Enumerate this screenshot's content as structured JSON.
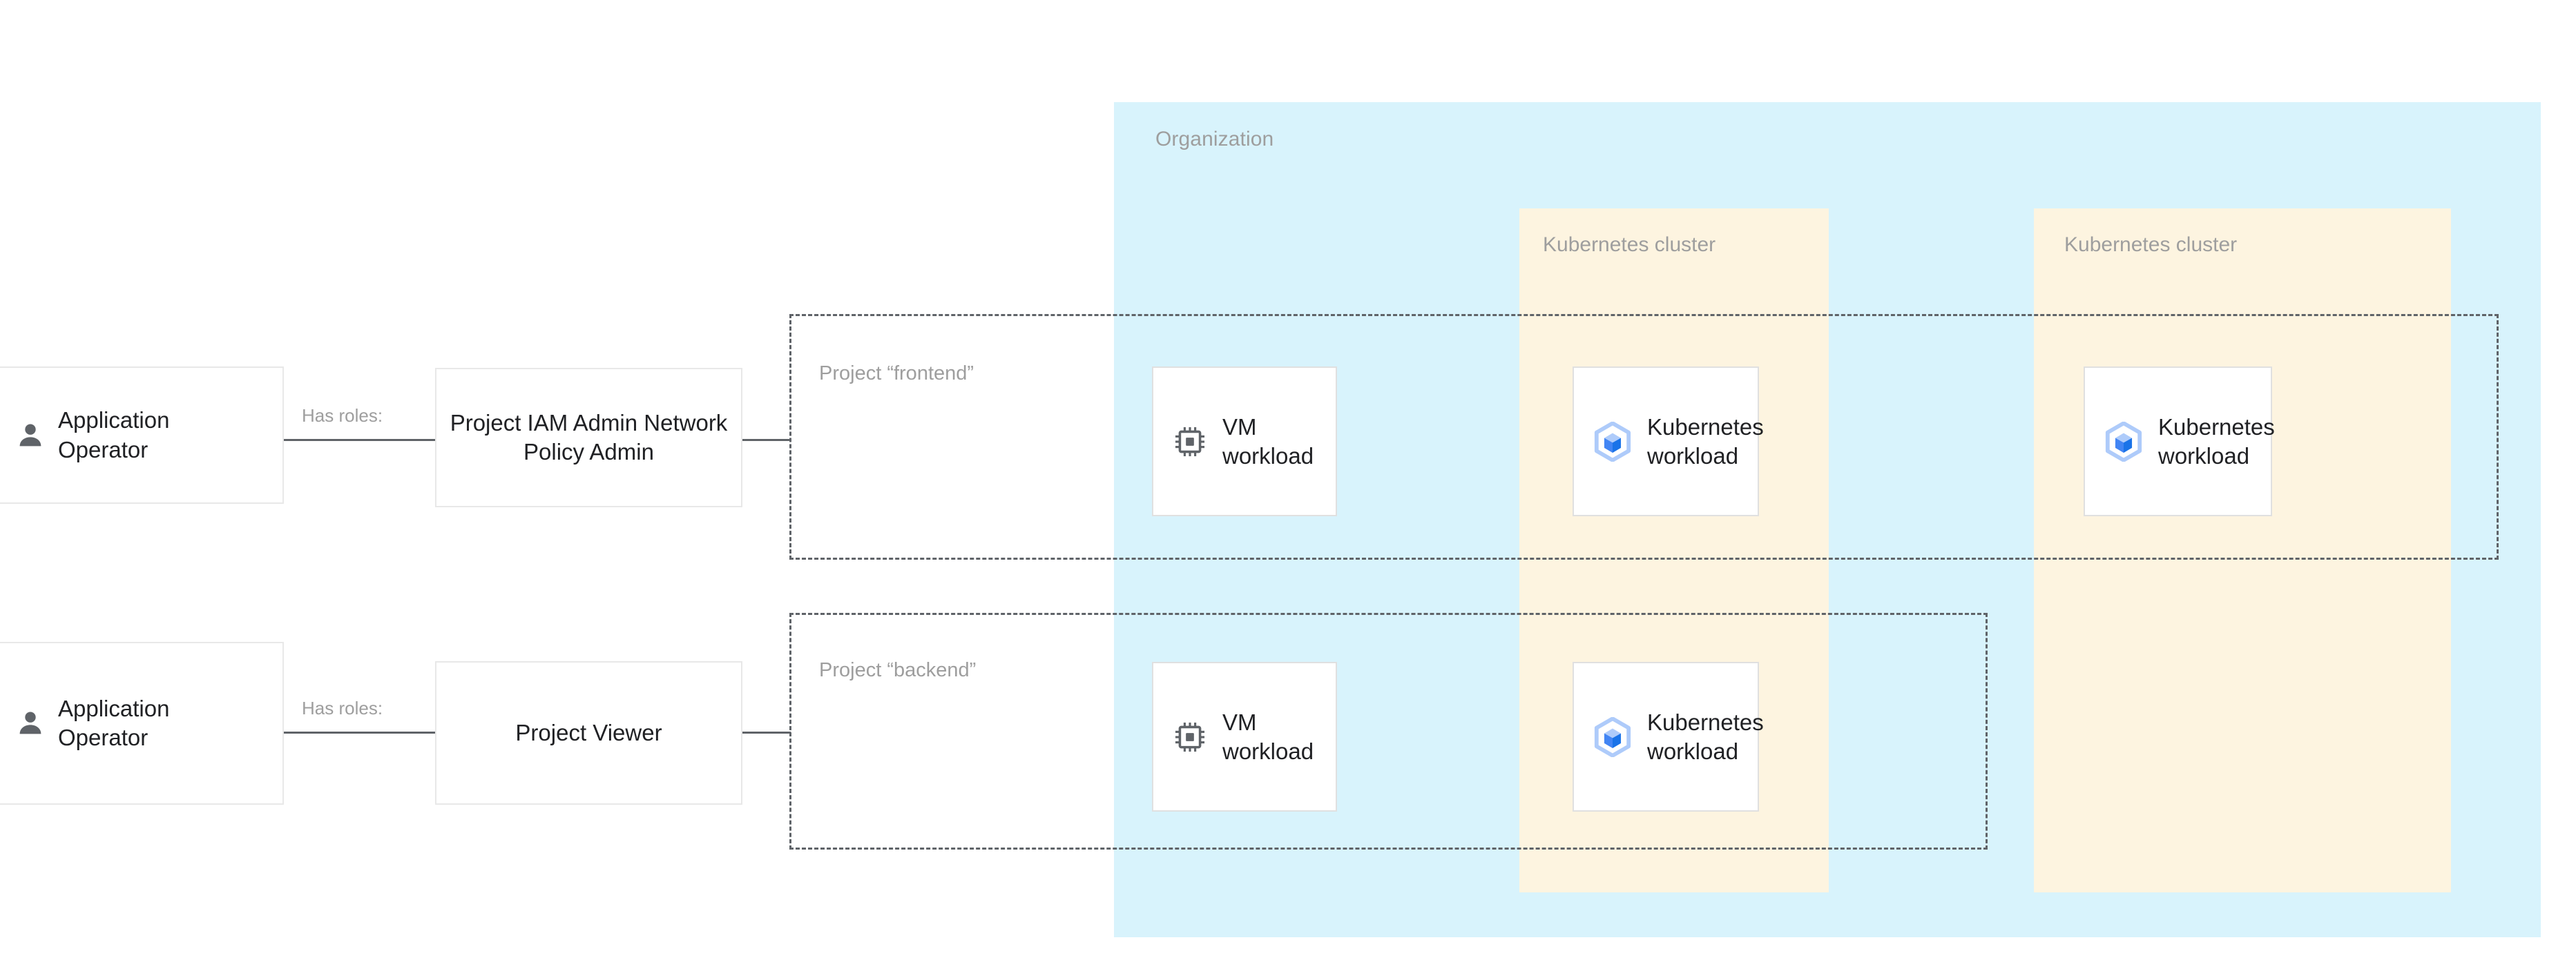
{
  "diagram": {
    "organization": {
      "label": "Organization",
      "fill_color": "#d8f3fc"
    },
    "clusters": [
      {
        "label": "Kubernetes cluster",
        "fill_color": "#fdf4e0"
      },
      {
        "label": "Kubernetes cluster",
        "fill_color": "#fdf4e0"
      }
    ],
    "projects": [
      {
        "label": "Project “frontend”"
      },
      {
        "label": "Project “backend”"
      }
    ],
    "actors": [
      {
        "label": "Application Operator",
        "icon": "person-icon"
      },
      {
        "label": "Application Operator",
        "icon": "person-icon"
      }
    ],
    "roles": [
      {
        "label": "Project IAM Admin Network Policy Admin"
      },
      {
        "label": "Project Viewer"
      }
    ],
    "edges": [
      {
        "label": "Has roles:"
      },
      {
        "label": "Has roles:"
      }
    ],
    "workloads": {
      "vm": {
        "label": "VM workload",
        "icon": "cpu-chip-icon"
      },
      "kubernetes": {
        "label": "Kubernetes workload",
        "icon": "kubernetes-cube-icon"
      }
    },
    "colors": {
      "organization_fill": "#d8f3fc",
      "cluster_fill": "#fdf4e0",
      "card_border": "#e0e0e0",
      "dashed_border": "#5f6368",
      "muted_text": "#9e9e9e",
      "body_text": "#202124",
      "icon_gray": "#5f6368",
      "k8s_blue": "#1a73e8",
      "k8s_light_blue": "#aecbfa"
    }
  }
}
